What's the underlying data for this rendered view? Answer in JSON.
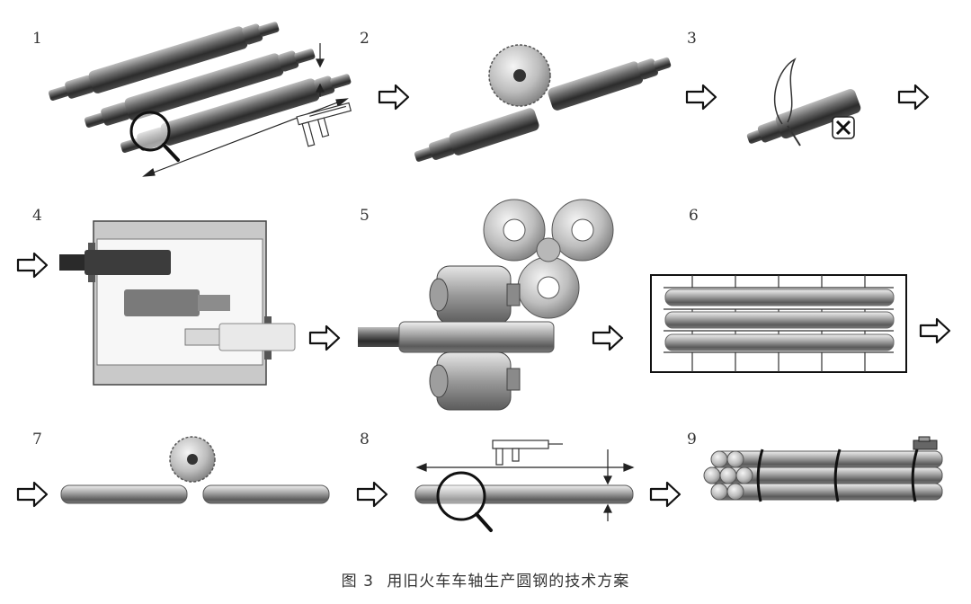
{
  "figure": {
    "steps": [
      "1",
      "2",
      "3",
      "4",
      "5",
      "6",
      "7",
      "8",
      "9"
    ],
    "caption": {
      "label": "图 3",
      "text": "用旧火车车轴生产圆钢的技术方案"
    }
  },
  "icons": [
    "arrow-right-icon",
    "magnifier-icon",
    "caliper-icon",
    "saw-blade-icon",
    "hammer-icon",
    "roll-ring-icon",
    "bundle-tag-icon"
  ],
  "colors": {
    "steel_dark": "#3a3a3a",
    "steel_light": "#d8d8d8",
    "frame_gray": "#c9c9c9",
    "outline": "#111111"
  }
}
